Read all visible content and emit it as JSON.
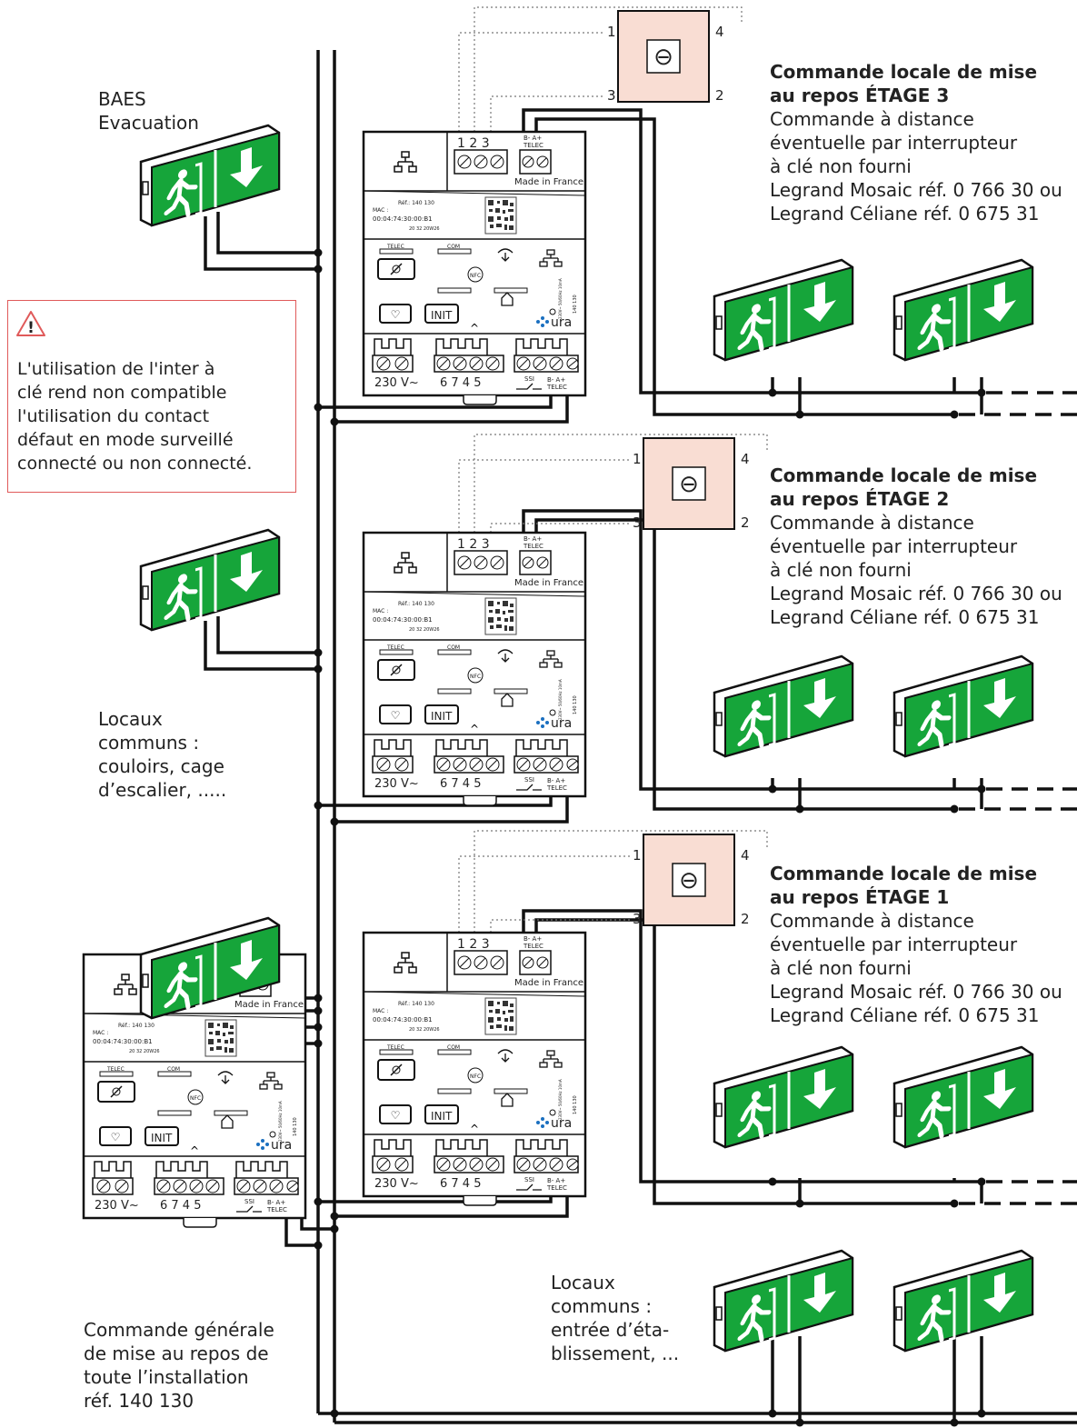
{
  "baes_label": [
    "BAES",
    "Evacuation"
  ],
  "warning": {
    "icon": "warning-triangle-icon",
    "symbol": "!",
    "lines": [
      "L'utilisation de l'inter à",
      "clé rend non compatible",
      "l'utilisation du contact",
      "défaut en mode surveillé",
      "connecté ou non connecté."
    ],
    "color": "#e05a5a"
  },
  "locaux_1": [
    "Locaux",
    "communs :",
    "couloirs, cage",
    "d’escalier, ....."
  ],
  "locaux_2": [
    "Locaux",
    "communs :",
    "entrée d’éta-",
    "blissement, ..."
  ],
  "general": [
    "Commande générale",
    "de mise au repos de",
    "toute l’installation",
    "réf. 140 130"
  ],
  "floors": [
    {
      "title": [
        "Commande locale de mise",
        "au repos ÉTAGE 3"
      ],
      "body": [
        "Commande à distance",
        "éventuelle par interrupteur",
        "à clé non fourni",
        "Legrand Mosaic réf. 0 766 30 ou",
        "Legrand Céliane réf. 0 675 31"
      ]
    },
    {
      "title": [
        "Commande locale de mise",
        "au repos ÉTAGE 2"
      ],
      "body": [
        "Commande à distance",
        "éventuelle  par  interrupteur",
        "à clé non fourni",
        "Legrand Mosaic réf. 0 766 30 ou",
        "Legrand Céliane réf. 0 675 31"
      ]
    },
    {
      "title": [
        "Commande locale de mise",
        "au repos ÉTAGE 1"
      ],
      "body": [
        "Commande à distance",
        "éventuelle  par  interrupteur",
        "à clé non fourni",
        "Legrand Mosaic réf. 0 766 30 ou",
        "Legrand Céliane réf. 0 675 31"
      ]
    }
  ],
  "key_switch": {
    "terminals": [
      "1",
      "4",
      "3",
      "2"
    ],
    "symbol": "⊖",
    "fill": "#f9ddd3"
  },
  "module": {
    "top_terminals": "1 2 3",
    "bus_top": "B-  A+",
    "telec": "TELEC",
    "made_in": "Made in France",
    "ref": "Réf.: 140 130",
    "mac_label": "MAC :",
    "mac": "00:04:74:30:00:B1",
    "date": "20  32 20W26",
    "btn_telec": "TELEC",
    "btn_com": "COM",
    "nfc": "NFC",
    "init": "INIT",
    "power_spec": "230V~ 50/60Hz 10mA",
    "code": "140 130",
    "brand": "ura",
    "voltage": "230 V~",
    "bottom_terminals": "6  7    4  5",
    "ssi": "SSI",
    "bus_bottom": "B-  A+"
  },
  "colors": {
    "sign_green": "#16a53a",
    "wire": "#111111"
  }
}
